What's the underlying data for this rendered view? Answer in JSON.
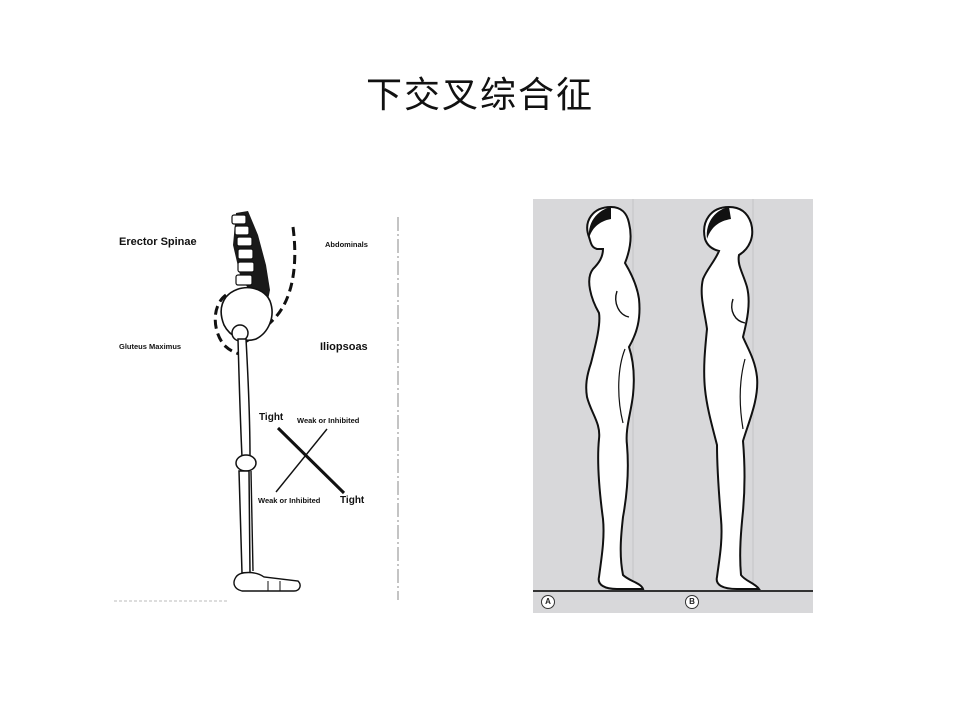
{
  "slide": {
    "title": "下交叉综合征"
  },
  "skeleton_diagram": {
    "labels": {
      "erector_spinae": "Erector Spinae",
      "abdominals": "Abdominals",
      "gluteus_maximus": "Gluteus Maximus",
      "iliopsoas": "Iliopsoas",
      "tight_top": "Tight",
      "weak_top": "Weak or Inhibited",
      "weak_bottom": "Weak or Inhibited",
      "tight_bottom": "Tight"
    }
  },
  "posture_diagram": {
    "background_color": "#d8d8da",
    "panels": [
      {
        "label": "A"
      },
      {
        "label": "B"
      }
    ]
  }
}
